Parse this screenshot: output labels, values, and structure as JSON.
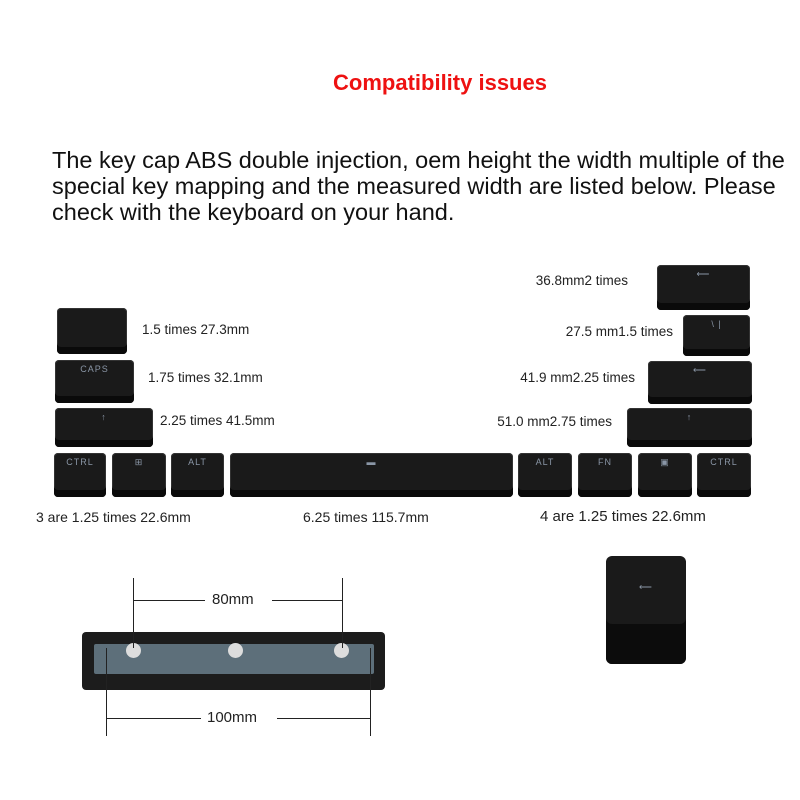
{
  "title": "Compatibility issues",
  "description": "The key cap ABS double injection, oem height the width multiple of the special key mapping and the measured width are listed below. Please check with the keyboard on your hand.",
  "left_labels": [
    "1.5 times 27.3mm",
    "1.75 times 32.1mm",
    "2.25 times 41.5mm"
  ],
  "right_labels": [
    "36.8mm2 times",
    "27.5 mm1.5 times",
    "41.9 mm2.25 times",
    "51.0 mm2.75 times"
  ],
  "key_legends": {
    "caps": "CAPS",
    "shift": "↑",
    "ctrl": "CTRL",
    "alt": "ALT",
    "fn": "FN",
    "backspace": "⟵",
    "backslash": "\\ |",
    "enter": "⟵"
  },
  "captions": {
    "left": "3 are 1.25 times 22.6mm",
    "space": "6.25 times 115.7mm",
    "right": "4 are 1.25 times 22.6mm"
  },
  "stabilizer": {
    "inner": "80mm",
    "outer": "100mm"
  },
  "colors": {
    "title": "#ee1111",
    "keycap": "#1a1a1a"
  }
}
